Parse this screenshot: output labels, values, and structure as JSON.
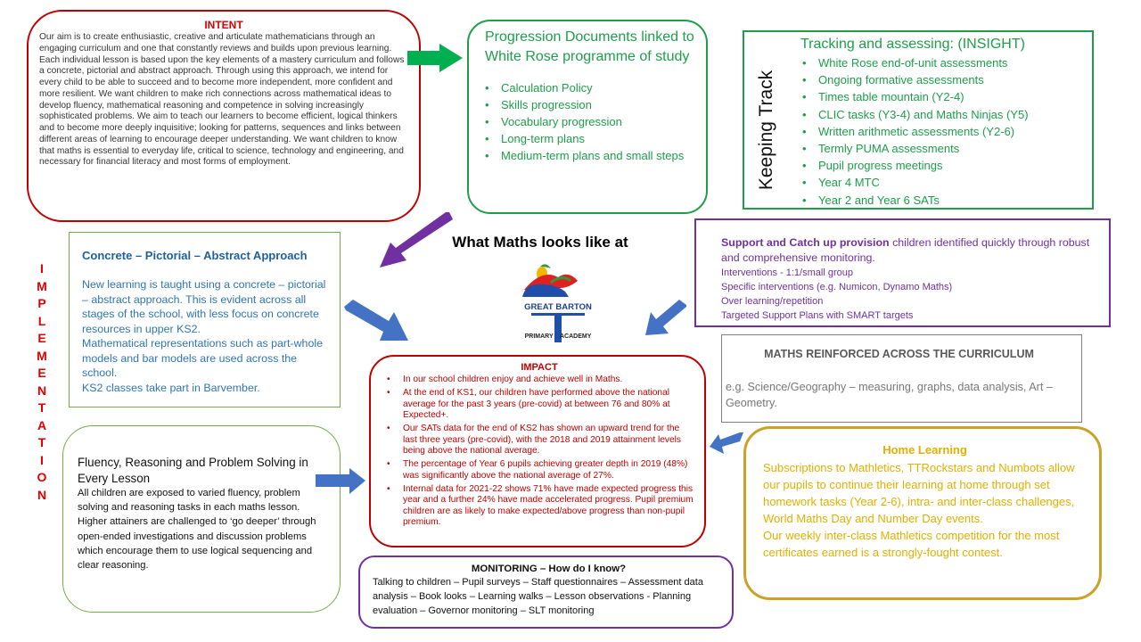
{
  "intent": {
    "title": "INTENT",
    "body": "Our aim is to create enthusiastic, creative and articulate mathematicians through an engaging curriculum and one that constantly reviews and builds upon previous learning. Each individual lesson is based upon the key elements of a mastery curriculum and follows a concrete, pictorial and abstract approach. Through using this approach, we intend for every child to be able to succeed and to become more independent, more confident and more resilient. We want children to make rich connections across mathematical ideas to develop fluency, mathematical reasoning and competence in solving increasingly sophisticated problems. We aim to teach our learners to become efficient, logical thinkers and to become more deeply inquisitive; looking for patterns, sequences and links between different areas of learning to encourage deeper understanding. We want children to know that maths is essential to everyday life, critical to science, technology and engineering, and necessary for financial literacy and most forms of employment."
  },
  "progression": {
    "title": "Progression Documents linked to White Rose programme of study",
    "items": [
      "Calculation Policy",
      "Skills progression",
      "Vocabulary progression",
      "Long-term plans",
      "Medium-term plans and small steps"
    ]
  },
  "tracking": {
    "side_label": "Keeping Track",
    "title": "Tracking and assessing: (INSIGHT)",
    "items": [
      "White Rose end-of-unit assessments",
      "Ongoing formative assessments",
      "Times table mountain (Y2-4)",
      "CLIC tasks (Y3-4) and Maths Ninjas (Y5)",
      "Written arithmetic assessments (Y2-6)",
      "Termly PUMA assessments",
      "Pupil progress meetings",
      "Year 4 MTC",
      "Year 2 and Year 6 SATs"
    ]
  },
  "cpa": {
    "title": "Concrete – Pictorial – Abstract Approach",
    "p1": "New learning is taught using a concrete – pictorial – abstract approach.  This is evident across all stages of the school, with less focus on concrete resources in upper KS2.",
    "p2": "Mathematical representations such as part-whole models and bar models are used across the school.",
    "p3": "KS2 classes take part in Barvember."
  },
  "implementation": {
    "letters": [
      "I",
      "M",
      "P",
      "L",
      "E",
      "M",
      "E",
      "N",
      "T",
      "A",
      "T",
      "I",
      "O",
      "N"
    ]
  },
  "center": {
    "title": "What Maths looks like at",
    "logo_main": "GREAT BARTON",
    "logo_sub": "PRIMARY    ACADEMY"
  },
  "support": {
    "lead_bold": "Support and Catch up provision",
    "lead_rest": " children identified quickly through robust and comprehensive monitoring.",
    "items": [
      "Interventions - 1:1/small group",
      "Specific interventions (e.g. Numicon, Dynamo Maths)",
      "Over learning/repetition",
      "Targeted Support Plans with SMART targets"
    ]
  },
  "reinforced": {
    "title": "MATHS REINFORCED ACROSS THE CURRICULUM",
    "body": "e.g. Science/Geography – measuring, graphs, data analysis, Art – Geometry."
  },
  "impact": {
    "title": "IMPACT",
    "items": [
      "In our school children enjoy and achieve well in Maths.",
      "At the end of KS1, our children have performed above the national average for the past 3 years (pre-covid) at between 76 and 80% at Expected+.",
      "Our SATs data for the end of KS2 has shown an upward trend for the last three years (pre-covid), with the 2018 and 2019 attainment levels being above the national average.",
      "The percentage of Year 6 pupils achieving greater depth in 2019 (48%) was significantly above the national average of 27%.",
      "Internal data for 2021-22 shows 71% have made expected progress this year and a further 24% have made accelerated progress. Pupil premium children are as likely to make expected/above progress than non-pupil premium."
    ]
  },
  "fluency": {
    "title": "Fluency, Reasoning and Problem Solving in Every Lesson",
    "p1": "All children are exposed to varied fluency, problem solving and reasoning tasks in each maths lesson.",
    "p2": "Higher attainers are challenged to ‘go deeper’ through open-ended investigations and discussion problems which encourage them to use logical sequencing and clear reasoning."
  },
  "home": {
    "title": "Home Learning",
    "p1": "Subscriptions to Mathletics, TTRockstars and Numbots allow our pupils to continue their learning at home through set homework tasks (Year 2-6), intra- and inter-class challenges, World Maths Day and Number Day events.",
    "p2": "Our weekly inter-class Mathletics competition for the most certificates earned is a strongly-fought contest."
  },
  "monitoring": {
    "title": "MONITORING  – How do I know?",
    "body": "Talking to children – Pupil surveys – Staff questionnaires – Assessment data analysis – Book looks – Learning walks – Lesson observations - Planning evaluation – Governor monitoring – SLT monitoring"
  },
  "colors": {
    "red": "#c00000",
    "green": "#1e9e4a",
    "blue_arrow": "#4472c4",
    "purple": "#7030a0",
    "gold": "#e1b000"
  }
}
